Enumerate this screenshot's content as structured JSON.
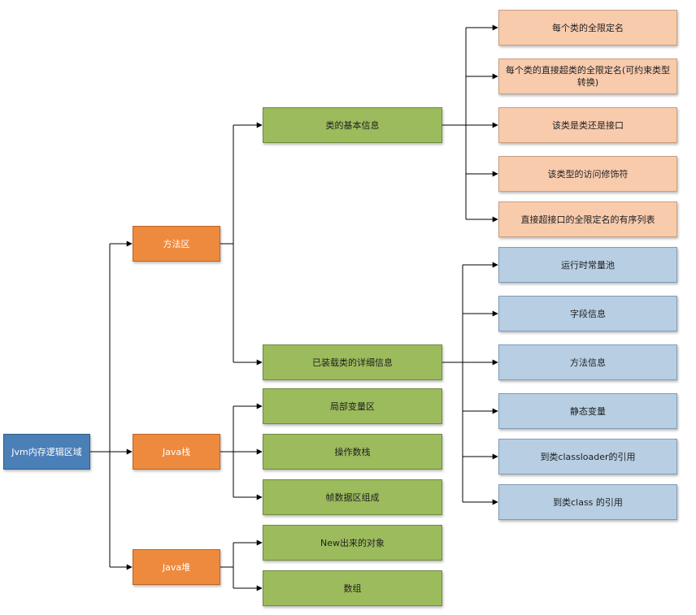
{
  "colors": {
    "root": "#4a7fb7",
    "level1": "#ee8a3e",
    "level2": "#9cbb5c",
    "class_info": "#f8cbad",
    "class_detail": "#b7cee3",
    "connector": "#000000"
  },
  "root": {
    "label": "Jvm内存逻辑区域"
  },
  "method_area": {
    "label": "方法区",
    "basic_info": {
      "label": "类的基本信息",
      "items": [
        "每个类的全限定名",
        "每个类的直接超类的全限定名(可约束类型转换)",
        "该类是类还是接口",
        "该类型的访问修饰符",
        "直接超接口的全限定名的有序列表"
      ]
    },
    "loaded_class_detail": {
      "label": "已装载类的详细信息",
      "items": [
        "运行时常量池",
        "字段信息",
        "方法信息",
        "静态变量",
        "到类classloader的引用",
        "到类class 的引用"
      ]
    }
  },
  "java_stack": {
    "label": "Java栈",
    "items": [
      "局部变量区",
      "操作数栈",
      "帧数据区组成"
    ]
  },
  "java_heap": {
    "label": "Java堆",
    "items": [
      "New出来的对象",
      "数组"
    ]
  }
}
